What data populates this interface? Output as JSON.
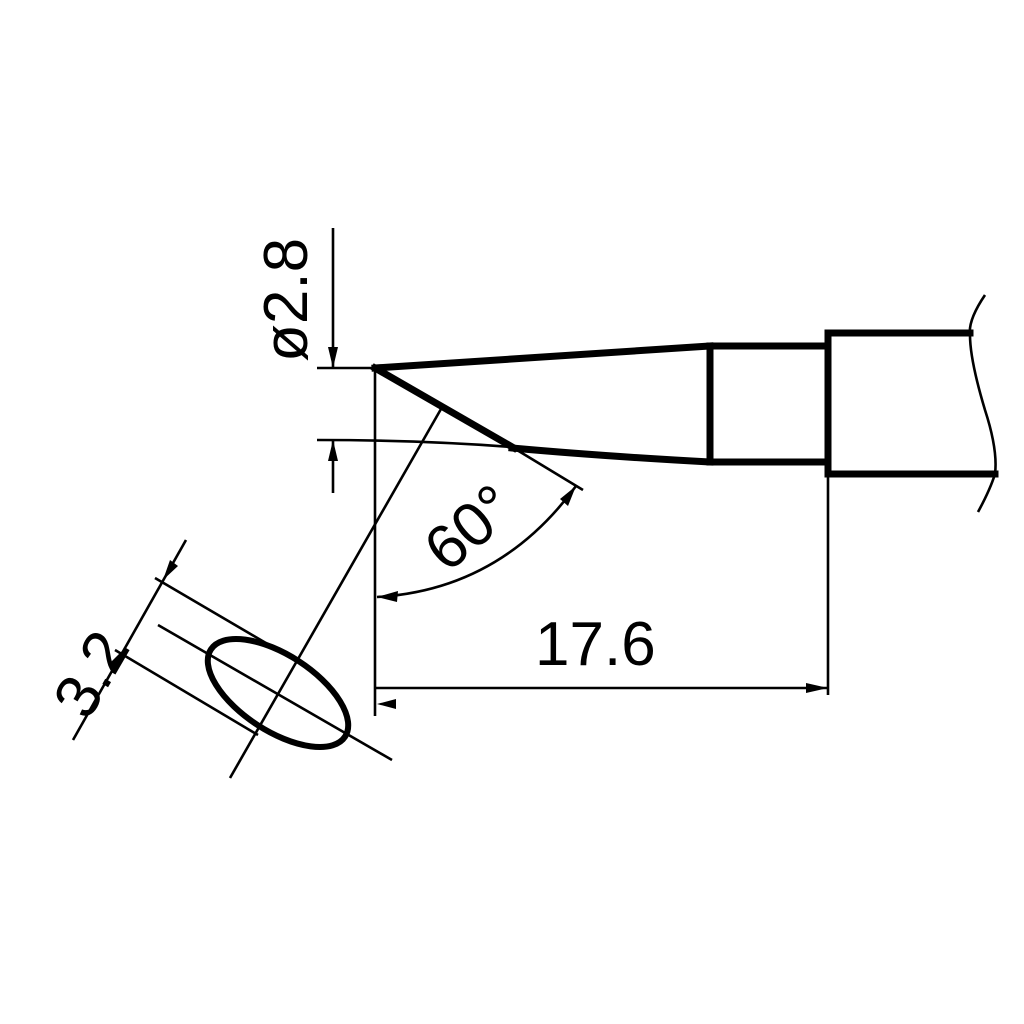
{
  "drawing": {
    "subject": "soldering-tip-bevel-profile",
    "stroke_color": "#000000",
    "background_color": "#ffffff"
  },
  "dimensions": {
    "diameter": {
      "label": "ø2.8",
      "value": 2.8,
      "unit": "mm"
    },
    "length": {
      "label": "17.6",
      "value": 17.6,
      "unit": "mm"
    },
    "angle": {
      "label": "60°",
      "value": 60,
      "unit": "deg"
    },
    "face_width": {
      "label": "3.2",
      "value": 3.2,
      "unit": "mm"
    }
  }
}
